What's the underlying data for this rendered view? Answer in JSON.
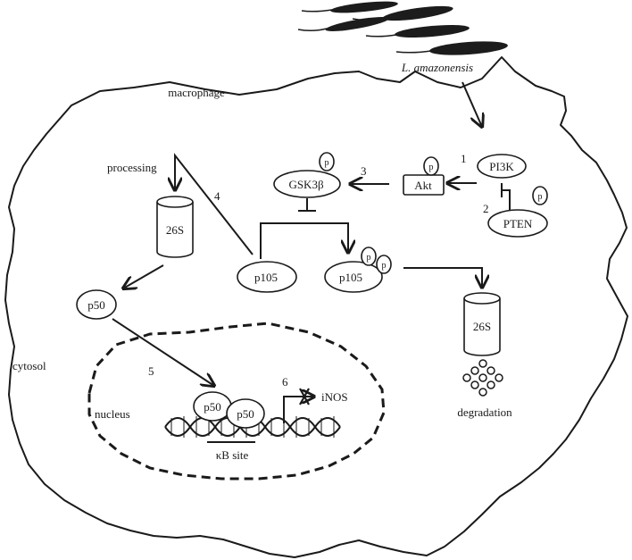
{
  "labels": {
    "parasite": "L. amazonensis",
    "macrophage": "macrophage",
    "cytosol": "cytosol",
    "nucleus": "nucleus",
    "processing": "processing",
    "degradation": "degradation",
    "kb_site": "κB site",
    "inos": "iNOS"
  },
  "nodes": {
    "pi3k": "PI3K",
    "pten": "PTEN",
    "akt": "Akt",
    "gsk3b": "GSK3β",
    "p105": "p105",
    "p105_phos": "p105",
    "proteasome_left": "26S",
    "proteasome_right": "26S",
    "p50_free": "p50",
    "p50_a": "p50",
    "p50_b": "p50",
    "phospho": "p"
  },
  "steps": [
    "1",
    "2",
    "3",
    "4",
    "5",
    "6"
  ],
  "colors": {
    "ink": "#1a1a1a",
    "parasite": "#1c1c1c",
    "background": "#ffffff"
  }
}
